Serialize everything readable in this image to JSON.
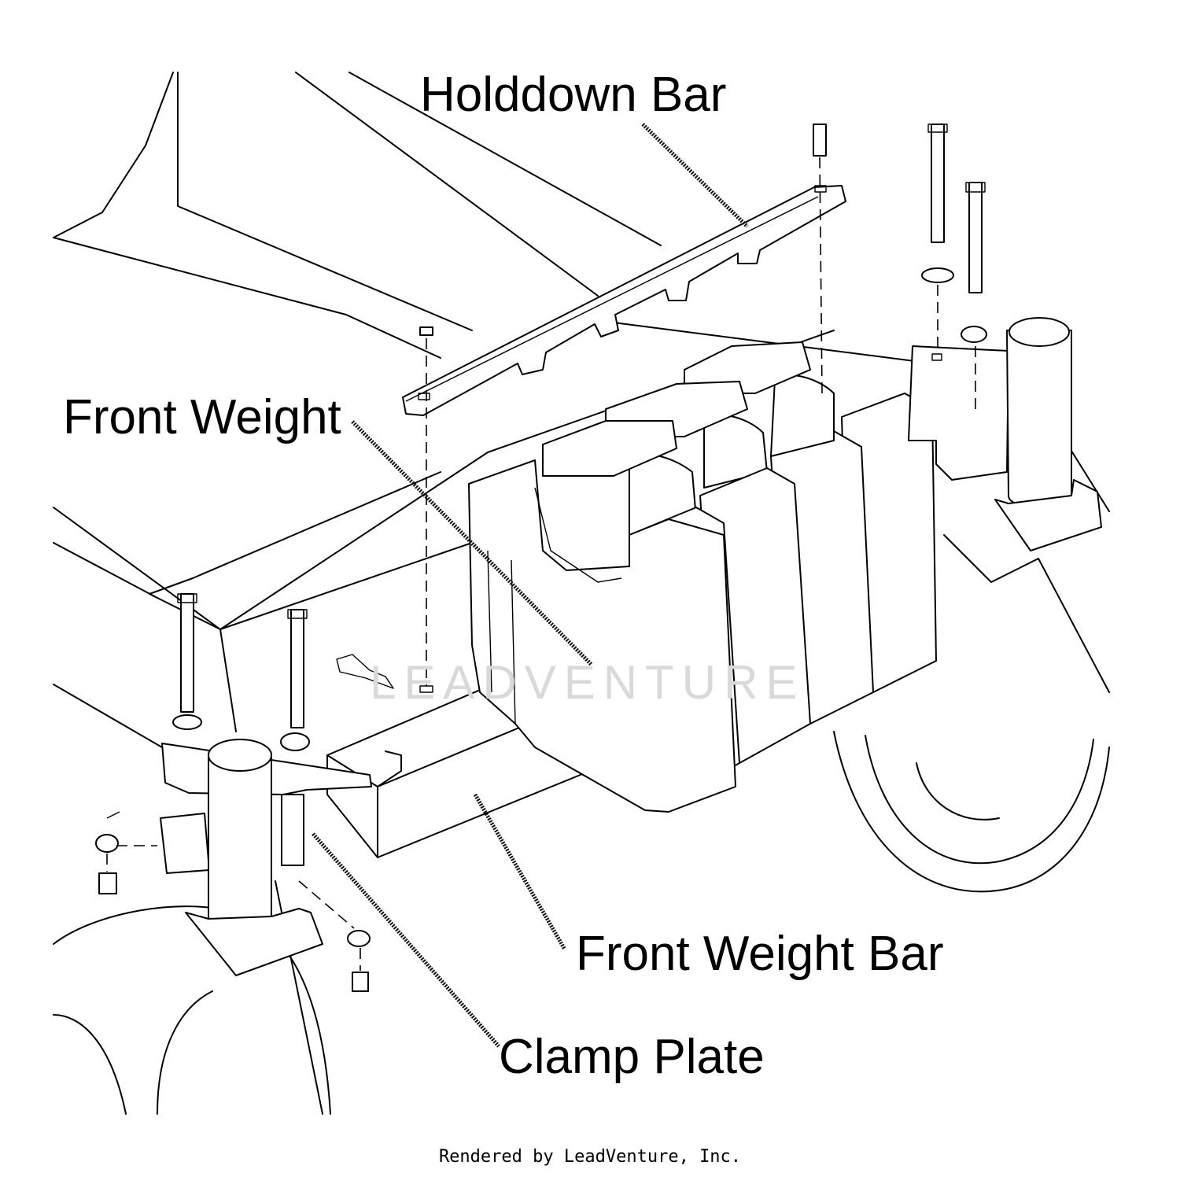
{
  "labels": {
    "holddown_bar": "Holddown Bar",
    "front_weight": "Front Weight",
    "front_weight_bar": "Front Weight Bar",
    "clamp_plate": "Clamp Plate"
  },
  "watermark": "LEADVENTURE",
  "footer": "Rendered by LeadVenture, Inc."
}
